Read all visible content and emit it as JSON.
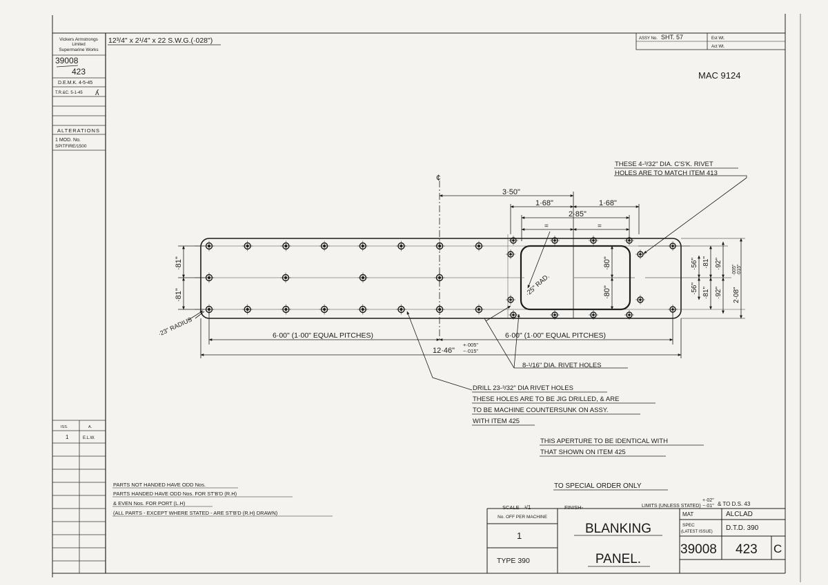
{
  "sheet": {
    "material_spec": "12³/4\" x 2¹/4\" x 22 S.W.G.(·028\")",
    "mac_number": "MAC 9124",
    "assy_label": "ASSY No.",
    "assy_value": "SHT. 57",
    "est_wt_label": "Est Wt.",
    "act_wt_label": "Act Wt."
  },
  "left_panel": {
    "company_line1": "Vickers Armstrongs",
    "company_line2": "Limited",
    "company_line3": "Supermarine Works",
    "drawing_no": "39008",
    "part_no": "423",
    "drawn": "D.E.M.K. 4-5-45",
    "traced": "T.R.&C. 5-1-45",
    "alterations_title": "ALTERATIONS",
    "mod_number": "1  MOD. No.",
    "mod_detail": "SPITFIRE/1500",
    "issue_header_1": "ISS.",
    "issue_header_2": "A.",
    "issue_number": "1",
    "issue_initials": "E.L.W."
  },
  "dimensions": {
    "centre_line": "¢",
    "d_350": "3·50\"",
    "d_168_left": "1·68\"",
    "d_168_right": "1·68\"",
    "d_285": "2·85\"",
    "d_eq1": "=",
    "d_eq2": "=",
    "d_81_top": "·81\"",
    "d_81_bottom": "·81\"",
    "d_80_top": "·80\"",
    "d_80_bottom": "·80\"",
    "d_25_rad": "·25\" RAD.",
    "d_56_top": "·56\"",
    "d_56_bottom": "·56\"",
    "d_81r_top": "·81\"",
    "d_81r_bottom": "·81\"",
    "d_92_top": "·92\"",
    "d_92_bottom": "·92\"",
    "d_208": "2·08\"",
    "d_208_tol_plus": "·005\"",
    "d_208_tol_minus": "·015\"",
    "d_23_radius": "·23\" RADIUS",
    "d_600_left": "6·00\" (1·00\" EQUAL PITCHES)",
    "d_600_right": "6·00\" (1·00\" EQUAL PITCHES)",
    "d_1246": "12·46\"",
    "d_1246_tol_plus": "+·005\"",
    "d_1246_tol_minus": "−·015\""
  },
  "notes": {
    "rivet_match_line1": "THESE 4-³/32\" DIA. C'S'K. RIVET",
    "rivet_match_line2": "HOLES ARE TO MATCH ITEM 413",
    "rivet_8": "8-¹/16\" DIA. RIVET HOLES",
    "drill_line1": "DRILL 23-³/32\" DIA RIVET HOLES",
    "drill_line2": "THESE HOLES ARE TO BE JIG DRILLED, & ARE",
    "drill_line3": "TO BE MACHINE COUNTERSUNK ON ASSY.",
    "drill_line4": "WITH ITEM 425",
    "aperture_line1": "THIS APERTURE TO BE IDENTICAL WITH",
    "aperture_line2": "THAT SHOWN ON ITEM 425",
    "special_order": "TO SPECIAL ORDER ONLY",
    "handed_line1": "PARTS NOT HANDED HAVE ODD Nos.",
    "handed_line2": "PARTS HANDED HAVE ODD Nos. FOR ST'B'D (R.H)",
    "handed_line3": "& EVEN Nos. FOR PORT (L.H)",
    "handed_line4": "(ALL PARTS - EXCEPT WHERE STATED - ARE ST'B'D (R.H) DRAWN)"
  },
  "title_block": {
    "scale_label": "SCALE",
    "scale_value": "¹/1",
    "finish_label": "FINISH-",
    "limits_label": "LIMITS (UNLESS STATED)",
    "limits_plus": "+·02\"",
    "limits_minus": "−·01\"",
    "limits_suffix": "& TO D.S. 43",
    "no_off_label": "No. OFF PER MACHINE",
    "no_off_value": "1",
    "type_value": "TYPE 390",
    "title_line1": "BLANKING",
    "title_line2": "PANEL.",
    "mat_label": "MAT",
    "mat_value": "ALCLAD",
    "spec_label_1": "SPEC",
    "spec_label_2": "(LATEST ISSUE)",
    "spec_value": "D.T.D. 390",
    "drawing_no": "39008",
    "part_no": "423",
    "issue_letter": "C"
  }
}
